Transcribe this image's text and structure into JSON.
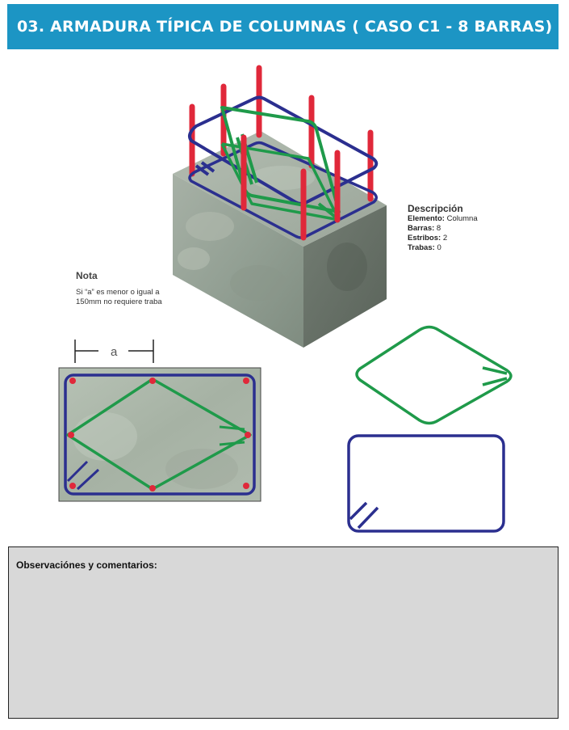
{
  "header": {
    "title": "03. ARMADURA TÍPICA DE COLUMNAS ( CASO C1 - 8 BARRAS)"
  },
  "description": {
    "title": "Descripción",
    "lines": [
      {
        "label": "Elemento:",
        "value": "Columna"
      },
      {
        "label": "Barras:",
        "value": "8"
      },
      {
        "label": "Estribos:",
        "value": "2"
      },
      {
        "label": "Trabas:",
        "value": "0"
      }
    ]
  },
  "note": {
    "title": "Nota",
    "text": "Si “a” es menor o igual a 150mm no requiere traba"
  },
  "dimension": {
    "label": "a"
  },
  "observations": {
    "label": "Observaciónes y comentarios:"
  },
  "colors": {
    "header": "#1c95c4",
    "rebar": "#e0283a",
    "stirrup_blue": "#2b2f8f",
    "stirrup_green": "#1f9a4a",
    "concrete": "#9aa59a",
    "panel": "#d8d8d8"
  }
}
